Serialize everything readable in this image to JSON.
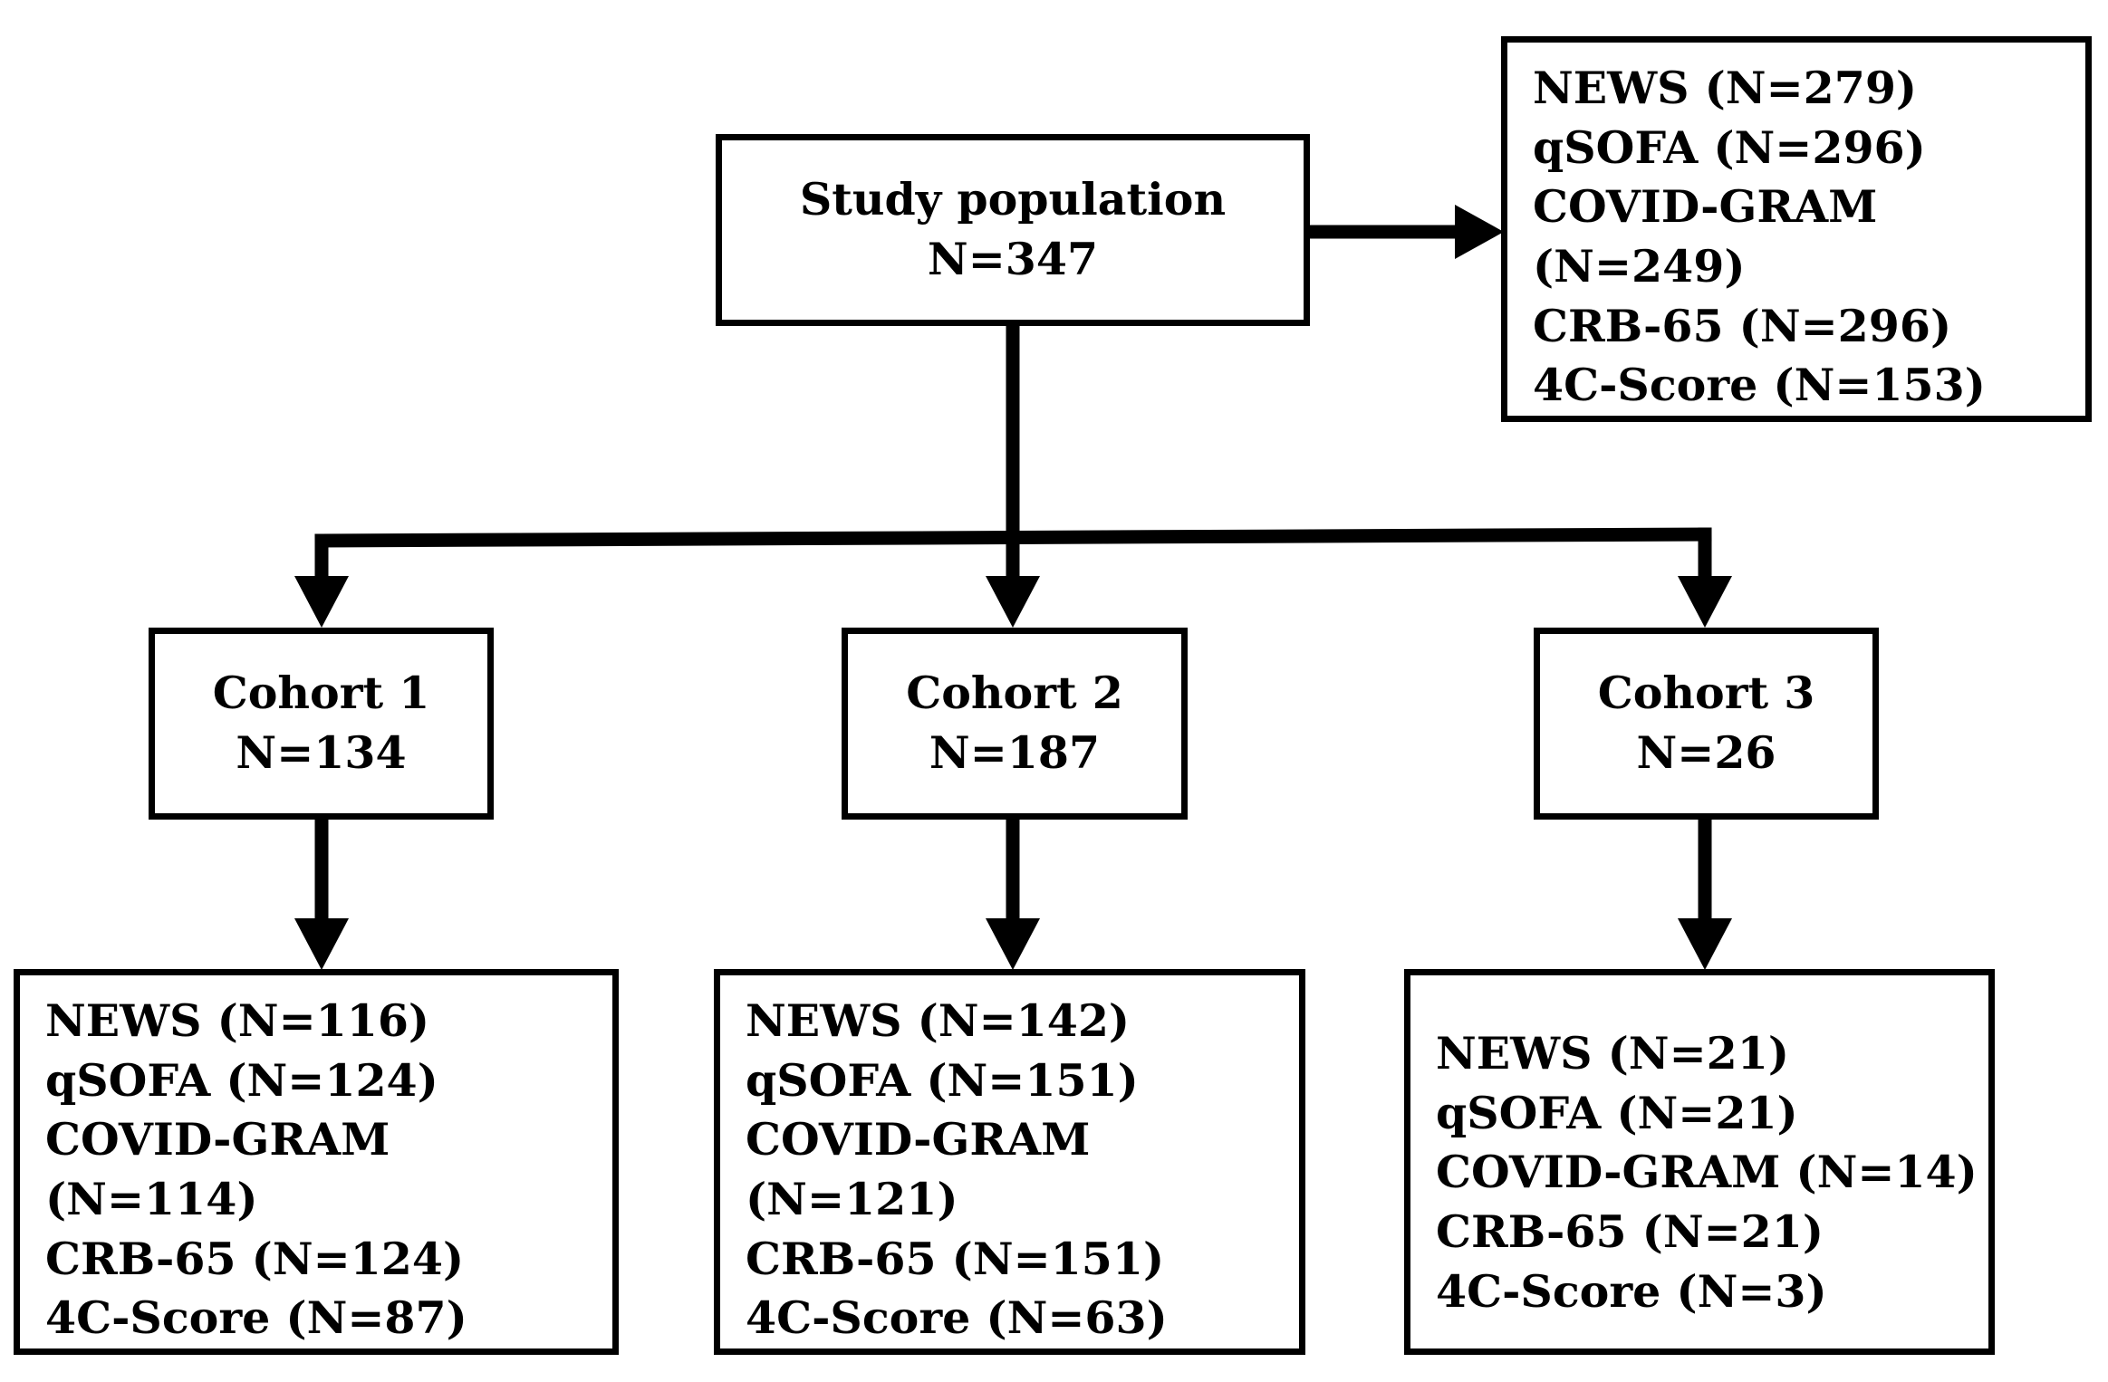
{
  "study": {
    "title": "Study population",
    "n": "N=347"
  },
  "overall_scores": [
    "NEWS (N=279)",
    "qSOFA (N=296)",
    "COVID-GRAM",
    "(N=249)",
    "CRB-65 (N=296)",
    "4C-Score (N=153)"
  ],
  "cohorts": [
    {
      "title": "Cohort 1",
      "n": "N=134",
      "scores": [
        "NEWS (N=116)",
        "qSOFA (N=124)",
        "COVID-GRAM",
        "(N=114)",
        "CRB-65 (N=124)",
        "4C-Score (N=87)"
      ]
    },
    {
      "title": "Cohort 2",
      "n": "N=187",
      "scores": [
        "NEWS (N=142)",
        "qSOFA (N=151)",
        "COVID-GRAM",
        "(N=121)",
        "CRB-65 (N=151)",
        "4C-Score (N=63)"
      ]
    },
    {
      "title": "Cohort 3",
      "n": "N=26",
      "scores": [
        "NEWS (N=21)",
        "qSOFA (N=21)",
        "COVID-GRAM (N=14)",
        "CRB-65 (N=21)",
        "4C-Score (N=3)"
      ]
    }
  ]
}
